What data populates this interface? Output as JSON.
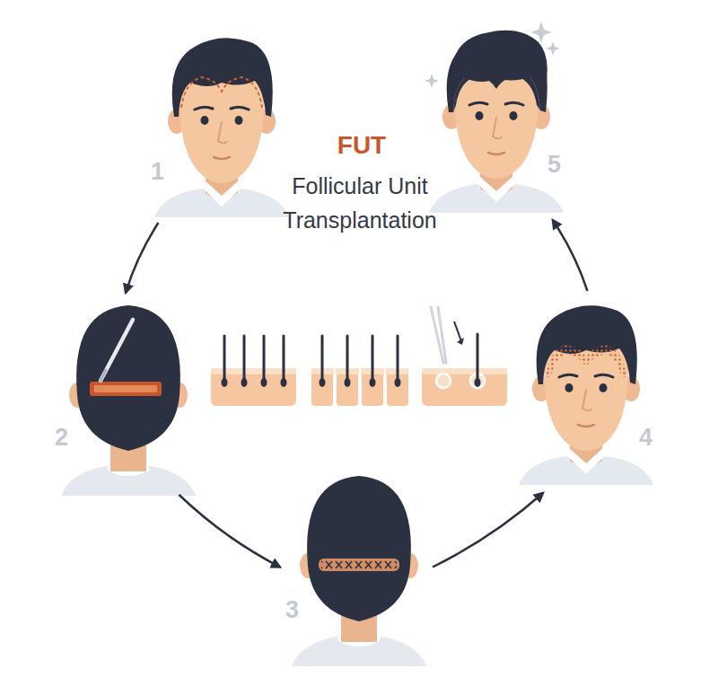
{
  "diagram": {
    "title": "FUT",
    "nodes": [
      {
        "text": [
          "1"
        ]
      },
      {
        "text": [
          "2"
        ]
      },
      {
        "text": [
          "3"
        ]
      },
      {
        "text": [
          "4"
        ]
      },
      {
        "text": [
          "5"
        ]
      }
    ],
    "edges": [
      {
        "from": 0,
        "to": 1,
        "arrow": "to"
      },
      {
        "from": 1,
        "to": 2,
        "arrow": "to"
      },
      {
        "from": 2,
        "to": 3,
        "arrow": "to"
      },
      {
        "from": 3,
        "to": 4,
        "arrow": "to"
      }
    ],
    "labels": [
      "Follicular Unit Transplantation"
    ]
  }
}
